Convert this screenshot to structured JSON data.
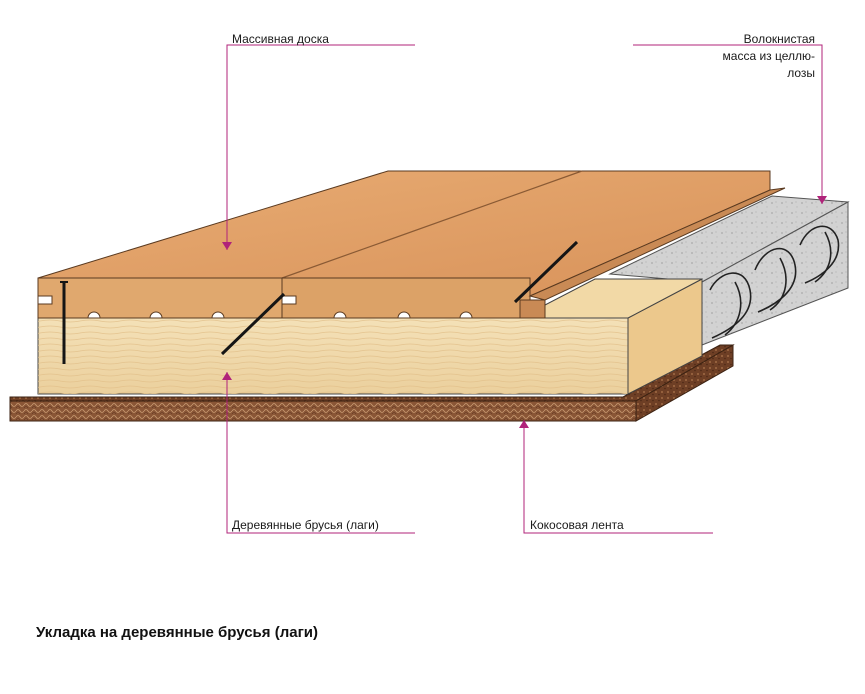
{
  "labels": {
    "solid_board": "Массивная доска",
    "fiber_mass_line1": "Волокнистая",
    "fiber_mass_line2": "масса из целлю-",
    "fiber_mass_line3": "лозы",
    "wooden_beams": "Деревянные брусья (лаги)",
    "coconut_tape": "Кокосовая лента"
  },
  "caption": "Укладка на деревянные брусья (лаги)",
  "colors": {
    "leader": "#b0237a",
    "board_top": "#e2a36a",
    "board_side": "#d29b63",
    "beam": "#f0d9a9",
    "beam_end": "#e9c98f",
    "insulation": "#cfcfcf",
    "coconut": "#7a4a2e"
  }
}
